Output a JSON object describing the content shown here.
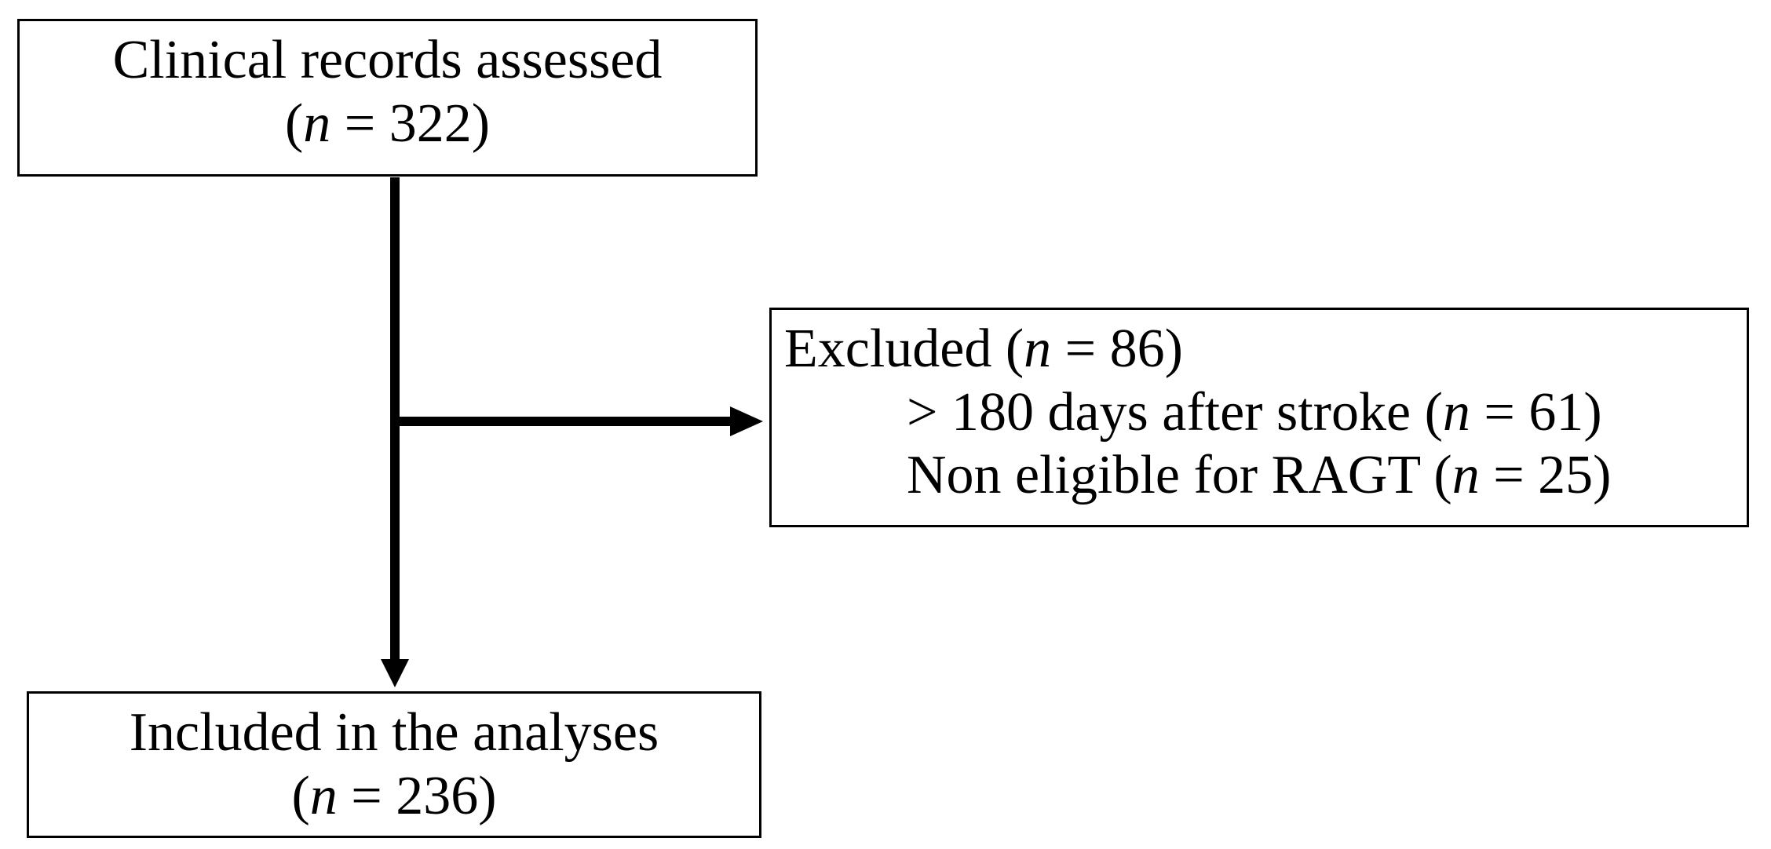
{
  "colors": {
    "background": "#ffffff",
    "text": "#000000",
    "box_border": "#000000",
    "arrow": "#000000"
  },
  "boxes": {
    "assessed": {
      "title": "Clinical records assessed",
      "count": {
        "pre": "(",
        "var": "n",
        "post": " = 322)"
      }
    },
    "excluded": {
      "title": {
        "pre": "Excluded (",
        "var": "n",
        "post": " = 86)"
      },
      "reasons": [
        {
          "pre": "> 180 days after stroke (",
          "var": "n",
          "post": " = 61)"
        },
        {
          "pre": "Non eligible for RAGT (",
          "var": "n",
          "post": " = 25)"
        }
      ]
    },
    "included": {
      "title": "Included in the analyses",
      "count": {
        "pre": "(",
        "var": "n",
        "post": " = 236)"
      }
    }
  }
}
